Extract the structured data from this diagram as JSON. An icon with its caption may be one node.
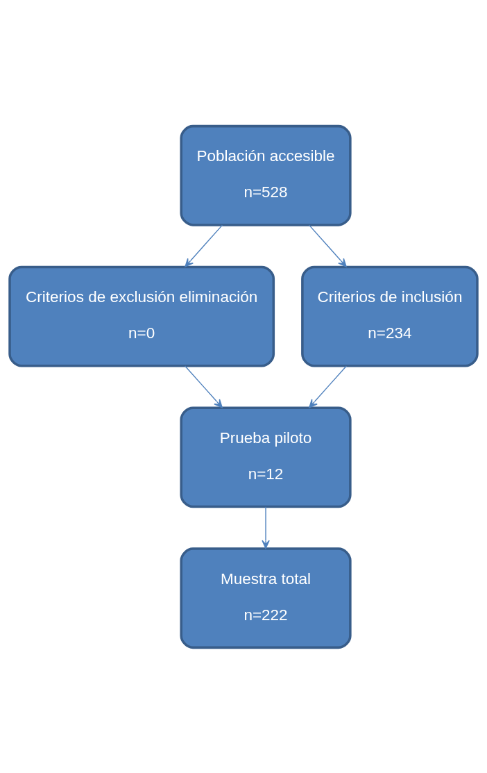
{
  "diagram": {
    "nodes": [
      {
        "text": [
          "Población accesible",
          "n=528"
        ]
      },
      {
        "text": [
          "Criterios de exclusión eliminación",
          "n=0"
        ]
      },
      {
        "text": [
          "Criterios de inclusión",
          "n=234"
        ]
      },
      {
        "text": [
          "Prueba piloto",
          "n=12"
        ]
      },
      {
        "text": [
          "Muestra total",
          "n=222"
        ]
      }
    ],
    "edges": [
      {
        "from": 0,
        "to": 1,
        "arrow": "to"
      },
      {
        "from": 0,
        "to": 2,
        "arrow": "to"
      },
      {
        "from": 1,
        "to": 3,
        "arrow": "to"
      },
      {
        "from": 2,
        "to": 3,
        "arrow": "to"
      },
      {
        "from": 3,
        "to": 4,
        "arrow": "to"
      }
    ]
  }
}
